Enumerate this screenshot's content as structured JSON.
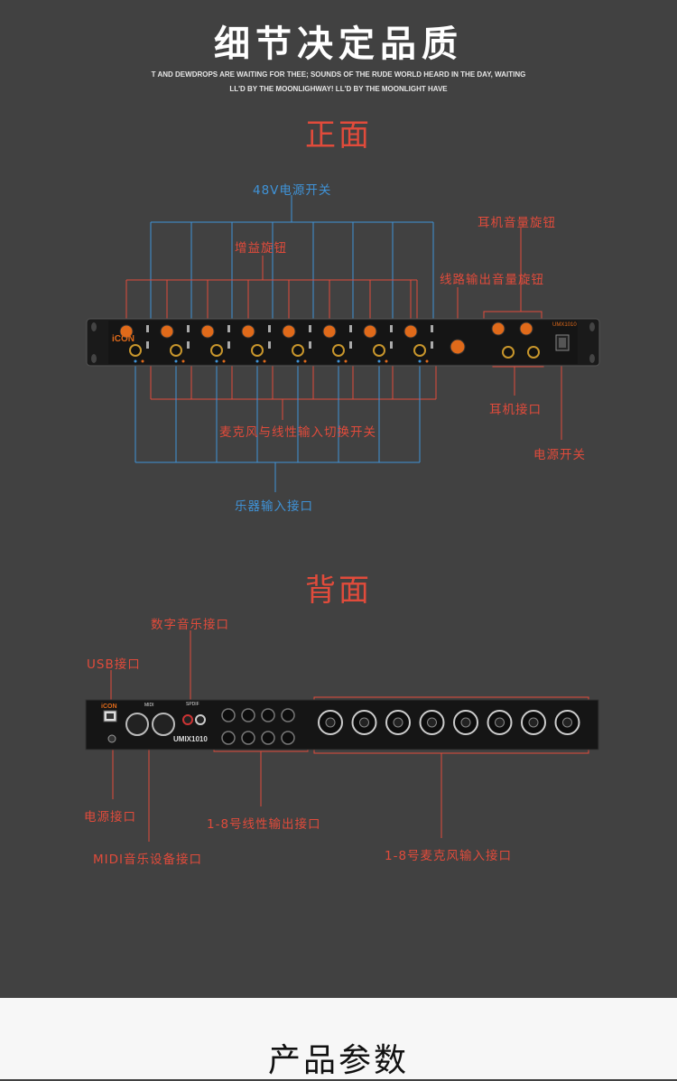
{
  "header": {
    "title": "细节决定品质",
    "subtitle_line1": "T AND DEWDROPS ARE WAITING FOR THEE; SOUNDS OF THE RUDE WORLD HEARD IN THE DAY,  WAITING",
    "subtitle_line2": "LL'D BY THE MOONLIGHWAY! LL'D BY THE MOONLIGHT HAVE"
  },
  "front": {
    "heading": "正面",
    "labels": {
      "phantom": "48V电源开关",
      "gain": "增益旋钮",
      "headphone_vol": "耳机音量旋钮",
      "line_out_vol": "线路输出音量旋钮",
      "headphone_jack": "耳机接口",
      "mic_line_switch": "麦克风与线性输入切换开关",
      "power_switch": "电源开关",
      "instrument_input": "乐器输入接口"
    },
    "device": {
      "brand": "iCON",
      "model": "UMX1010"
    }
  },
  "back": {
    "heading": "背面",
    "labels": {
      "digital_audio": "数字音乐接口",
      "usb": "USB接口",
      "power_jack": "电源接口",
      "line_out_1_8": "1-8号线性输出接口",
      "midi": "MIDI音乐设备接口",
      "mic_in_1_8": "1-8号麦克风输入接口"
    },
    "device": {
      "brand": "iCON",
      "model": "UMIX1010",
      "midi_tag": "MIDI",
      "spdif_tag": "SPDIF"
    }
  },
  "footer": {
    "title": "产品参数"
  },
  "colors": {
    "bg": "#414141",
    "blue": "#3f93d8",
    "red": "#e14b3b",
    "footer_bg": "#f7f7f7"
  }
}
